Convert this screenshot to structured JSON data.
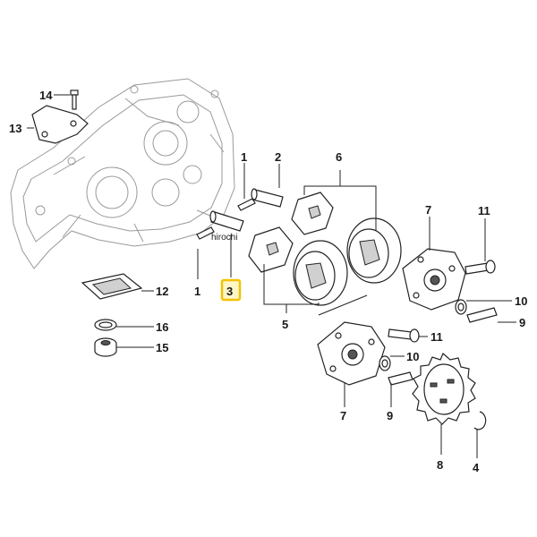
{
  "watermark": "hirochi",
  "highlight_color": "#f2c200",
  "callouts": [
    {
      "id": "c14",
      "text": "14"
    },
    {
      "id": "c13",
      "text": "13"
    },
    {
      "id": "c1a",
      "text": "1"
    },
    {
      "id": "c2",
      "text": "2"
    },
    {
      "id": "c6",
      "text": "6"
    },
    {
      "id": "c7a",
      "text": "7"
    },
    {
      "id": "c11a",
      "text": "11"
    },
    {
      "id": "c12",
      "text": "12"
    },
    {
      "id": "c1b",
      "text": "1"
    },
    {
      "id": "c3",
      "text": "3",
      "highlighted": true
    },
    {
      "id": "c5",
      "text": "5"
    },
    {
      "id": "c10a",
      "text": "10"
    },
    {
      "id": "c9a",
      "text": "9"
    },
    {
      "id": "c16",
      "text": "16"
    },
    {
      "id": "c15",
      "text": "15"
    },
    {
      "id": "c11b",
      "text": "11"
    },
    {
      "id": "c10b",
      "text": "10"
    },
    {
      "id": "c7b",
      "text": "7"
    },
    {
      "id": "c9b",
      "text": "9"
    },
    {
      "id": "c8",
      "text": "8"
    },
    {
      "id": "c4",
      "text": "4"
    }
  ]
}
